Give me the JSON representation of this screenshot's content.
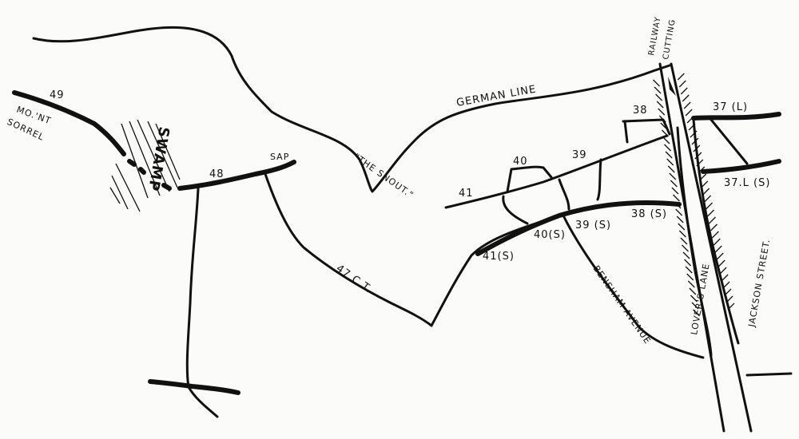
{
  "labels": {
    "trench_49": "49",
    "mount": "MO.'NT",
    "sorrel": "SORREL",
    "swamp": "SWAMP",
    "trench_48": "48",
    "sap": "SAP",
    "snout": "\"THE SNOUT.\"",
    "german_line": "GERMAN    LINE",
    "railway": "RAILWAY",
    "cutting": "CUTTING",
    "trench_38": "38",
    "trench_37l": "37 (L)",
    "trench_40": "40",
    "trench_39": "39",
    "trench_41": "41",
    "trench_37ls": "37.L (S)",
    "trench_38s": "38 (S)",
    "trench_39s": "39 (S)",
    "trench_40s": "40(S)",
    "trench_41s": "41(S)",
    "ct47": "47 C.T.",
    "bensham": "BENSHAM AVENUE",
    "lovers": "LOVER'S LANE",
    "jackson": "JACKSON STREET."
  }
}
